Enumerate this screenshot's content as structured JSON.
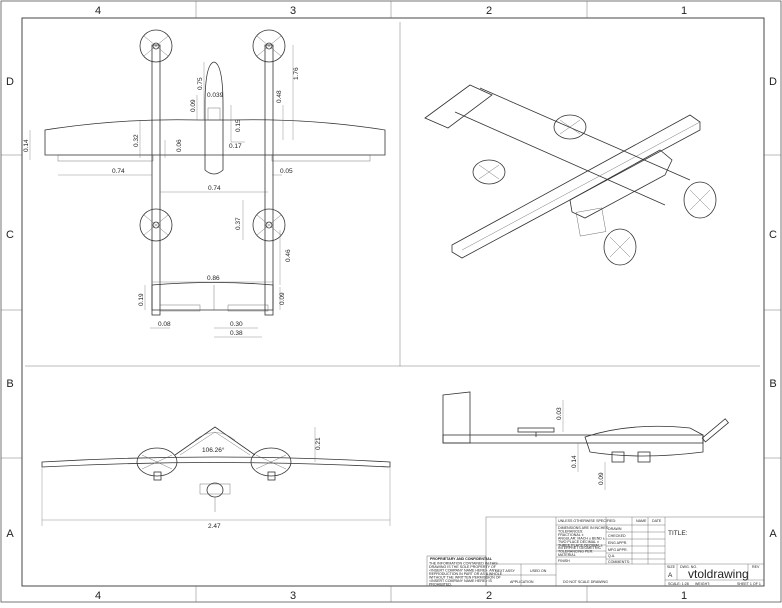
{
  "zones": {
    "columns": [
      "4",
      "3",
      "2",
      "1"
    ],
    "rows": [
      "D",
      "C",
      "B",
      "A"
    ]
  },
  "top_view_dims": [
    "0.14",
    "0.32",
    "0.06",
    "0.09",
    "0.75",
    "0.039",
    "0.15",
    "0.17",
    "0.48",
    "1.76",
    "0.74",
    "0.74",
    "0.05",
    "0.37",
    "0.46",
    "0.86",
    "0.19",
    "0.08",
    "0.30",
    "0.38",
    "0.09"
  ],
  "front_view_dims": [
    "106.26°",
    "0.21",
    "2.47"
  ],
  "side_view_dims": [
    "0.03",
    "0.14",
    "0.09"
  ],
  "title_block": {
    "unless": "UNLESS OTHERWISE SPECIFIED:",
    "spec_lines": [
      "DIMENSIONS ARE IN INCHES",
      "TOLERANCES:",
      "FRACTIONAL ±",
      "ANGULAR: MACH ±   BEND ±",
      "TWO PLACE DECIMAL   ±",
      "THREE PLACE DECIMAL   ±"
    ],
    "interpret": [
      "INTERPRET GEOMETRIC",
      "TOLERANCING PER:"
    ],
    "material": "MATERIAL",
    "finish": "FINISH",
    "name_hdr": "NAME",
    "date_hdr": "DATE",
    "roles": [
      "DRAWN",
      "CHECKED",
      "ENG APPR.",
      "MFG APPR.",
      "Q.A.",
      "COMMENTS:"
    ],
    "title_label": "TITLE:",
    "prop_heading": "PROPRIETARY AND CONFIDENTIAL",
    "prop_lines": [
      "THE INFORMATION CONTAINED IN THIS",
      "DRAWING IS THE SOLE PROPERTY OF",
      "<INSERT COMPANY NAME HERE>. ANY",
      "REPRODUCTION IN PART OR AS A WHOLE",
      "WITHOUT THE WRITTEN PERMISSION OF",
      "<INSERT COMPANY NAME HERE> IS",
      "PROHIBITED."
    ],
    "next_assy": "NEXT ASSY",
    "used_on": "USED ON",
    "application": "APPLICATION",
    "do_not_scale": "DO NOT SCALE DRAWING",
    "size_label": "SIZE",
    "size_value": "A",
    "dwg_no_label": "DWG. NO.",
    "rev_label": "REV",
    "dwg_name": "vtoldrawing",
    "scale": "SCALE: 1:28",
    "weight": "WEIGHT:",
    "sheet": "SHEET 1 OF 1"
  }
}
